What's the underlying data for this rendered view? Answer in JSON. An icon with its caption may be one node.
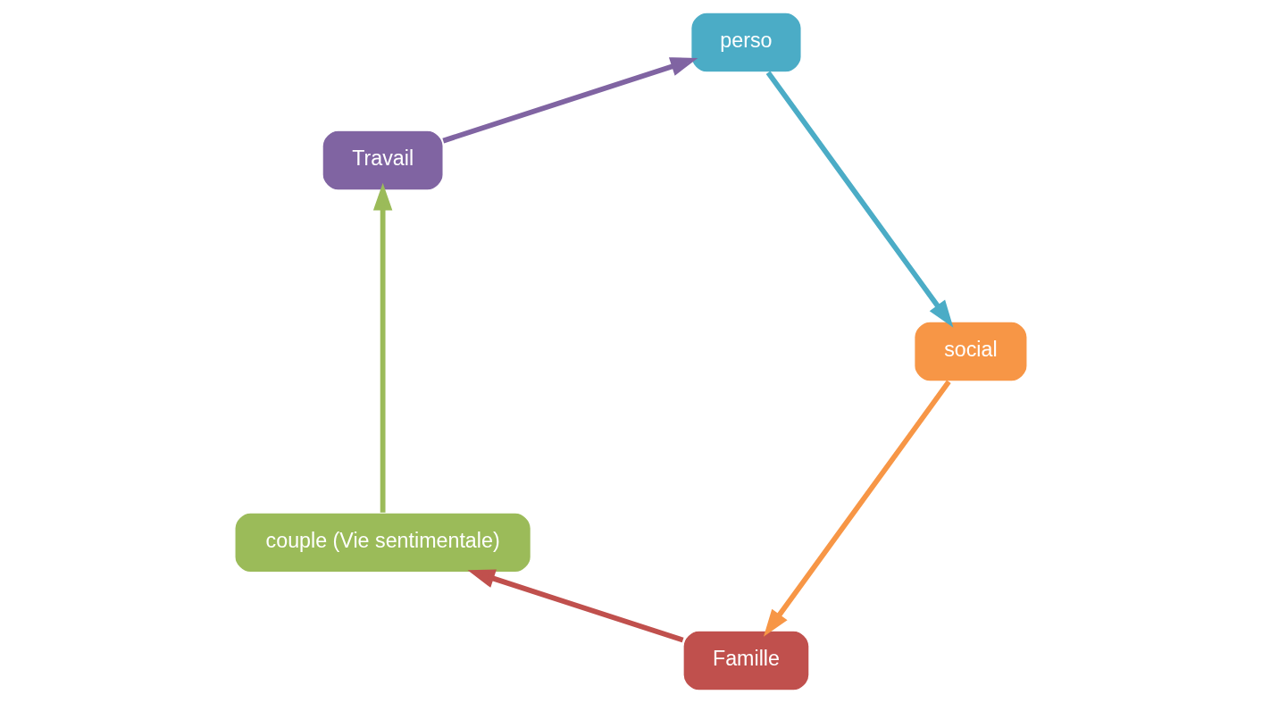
{
  "diagram": {
    "nodes": [
      {
        "text": [
          "Famille"
        ]
      },
      {
        "text": [
          "couple (Vie sentimentale)"
        ]
      },
      {
        "text": [
          "Travail"
        ]
      },
      {
        "text": [
          "perso"
        ]
      },
      {
        "text": [
          "social"
        ]
      }
    ],
    "edges": [
      {
        "from": 0,
        "to": 1,
        "arrow": "to",
        "color": "#c0504d"
      },
      {
        "from": 1,
        "to": 2,
        "arrow": "to",
        "color": "#9bbb59"
      },
      {
        "from": 2,
        "to": 3,
        "arrow": "to",
        "color": "#8064a2"
      },
      {
        "from": 3,
        "to": 4,
        "arrow": "to",
        "color": "#4bacc6"
      },
      {
        "from": 4,
        "to": 0,
        "arrow": "to",
        "color": "#f79646"
      }
    ]
  }
}
